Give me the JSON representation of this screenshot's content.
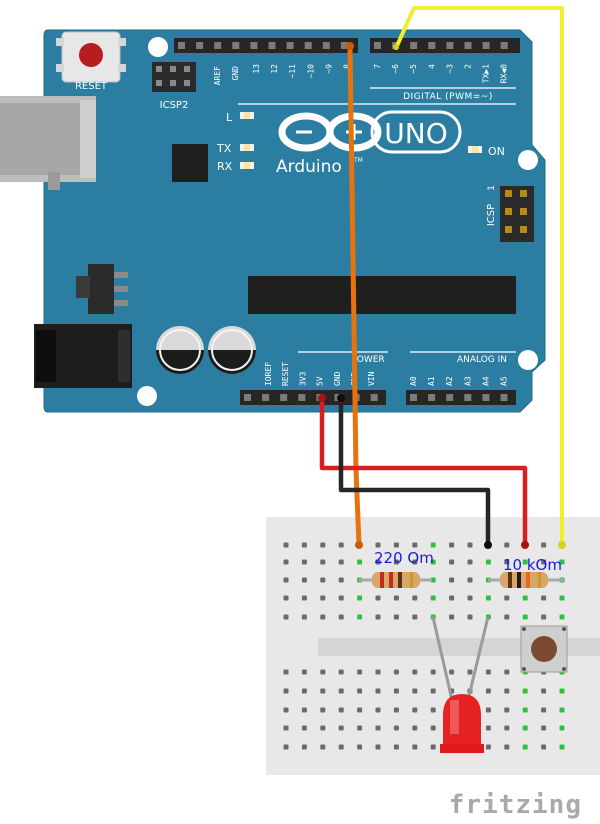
{
  "board": {
    "reset_label": "RESET",
    "icsp2_label": "ICSP2",
    "icsp_label": "ICSP",
    "icsp_pin1": "1",
    "aref_label": "AREF",
    "gnd_label": "GND",
    "digital_top_pins": [
      "13",
      "12",
      "~11",
      "~10",
      "~9",
      "8"
    ],
    "digital_right_pins": [
      "7",
      "~6",
      "~5",
      "4",
      "~3",
      "2",
      "TX▶1",
      "RX◀0"
    ],
    "digital_label": "DIGITAL (PWM=~)",
    "led_l": "L",
    "led_tx": "TX",
    "led_rx": "RX",
    "on_label": "ON",
    "uno_label": "UNO",
    "arduino_label": "Arduino",
    "tm_label": "TM",
    "power_label": "POWER",
    "power_pins": [
      "IOREF",
      "RESET",
      "3V3",
      "5V",
      "GND",
      "GND",
      "VIN"
    ],
    "analog_label": "ANALOG IN",
    "analog_pins": [
      "A0",
      "A1",
      "A2",
      "A3",
      "A4",
      "A5"
    ]
  },
  "components": {
    "resistor_220": "220 Om",
    "resistor_10k": "10 kOm"
  },
  "wire_colors": {
    "orange": "#e8730c",
    "yellow": "#f1ee2e",
    "red": "#d81e1e",
    "black": "#262626"
  },
  "board_color": "#2b7ea1",
  "watermark": "fritzing"
}
